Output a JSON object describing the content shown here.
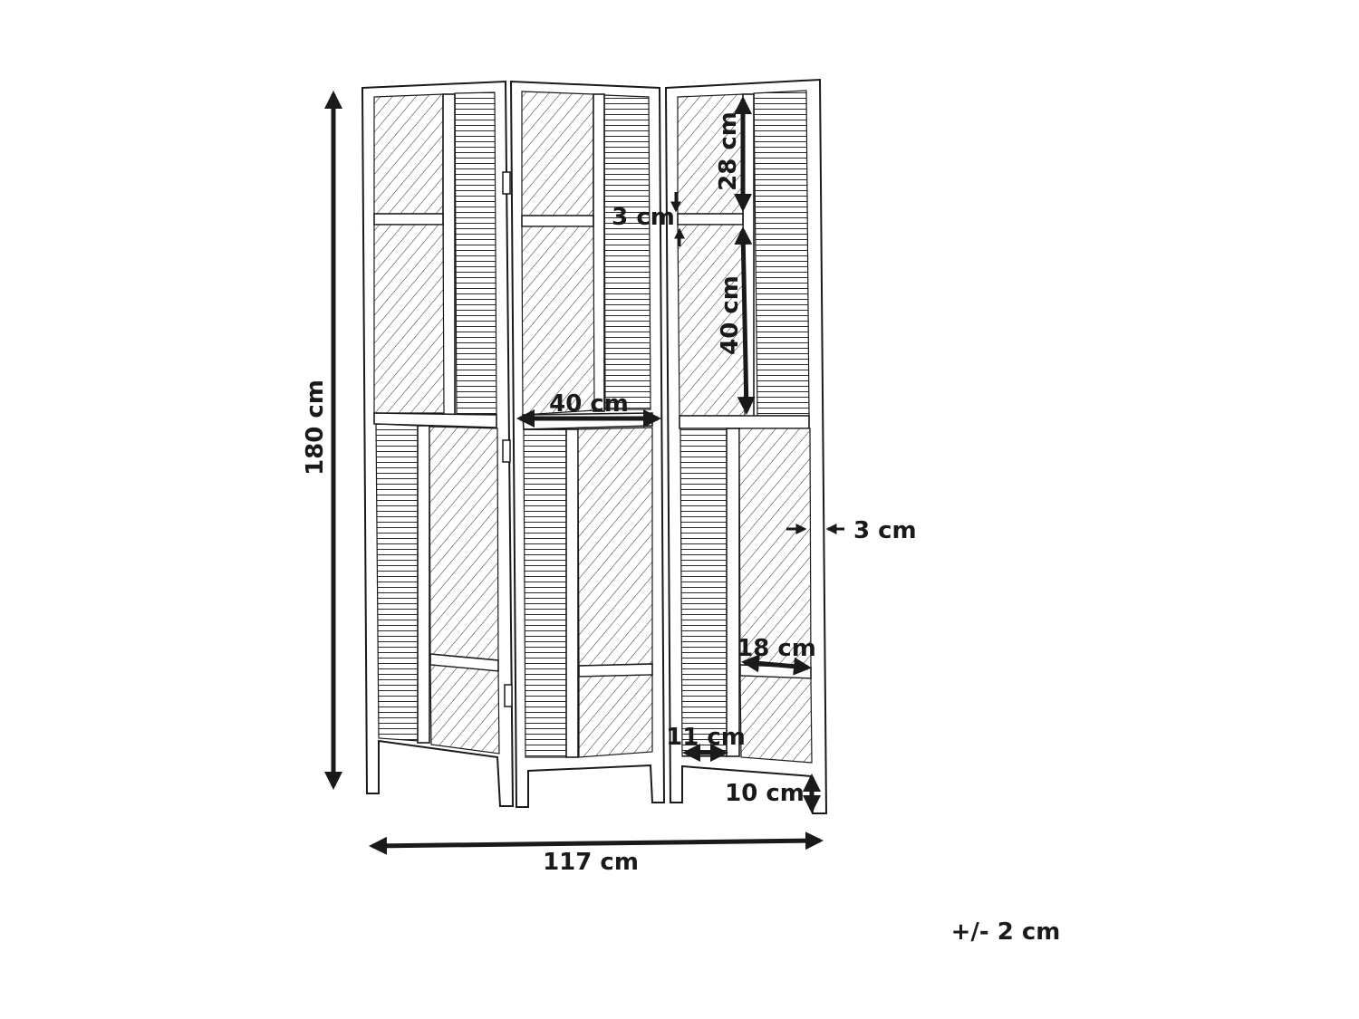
{
  "figure": {
    "dimensions": {
      "height_total": "180 cm",
      "width_total": "117 cm",
      "panel_width": "40 cm",
      "top_pane_height": "28 cm",
      "rail_thickness": "3 cm",
      "middle_pane_height": "40 cm",
      "frame_thickness": "3 cm",
      "pane_width": "18 cm",
      "louver_width": "11 cm",
      "leg_height": "10 cm"
    },
    "tolerance": "+/- 2 cm"
  }
}
